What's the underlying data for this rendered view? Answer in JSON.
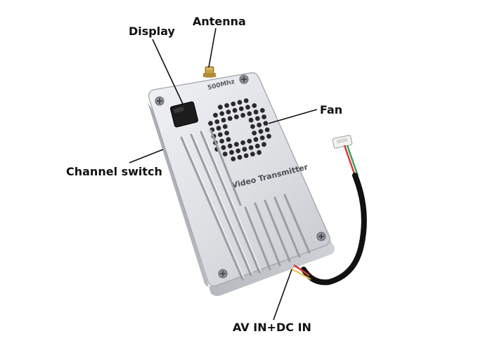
{
  "labels": {
    "display": "Display",
    "antenna": "Antenna",
    "fan": "Fan",
    "channel_switch": "Channel switch",
    "av_dc_in": "AV IN+DC IN"
  },
  "device": {
    "frequency_text": "500Mhz",
    "model_text": "Video Transmitter"
  },
  "colors": {
    "body_light": "#e6e7ea",
    "body_dark": "#b8bbc0",
    "display": "#1c1c1c",
    "vent_dots": "#2a2a2a",
    "antenna_gold": "#c9a24a",
    "cable_black": "#111111",
    "wire_red": "#d83a3a",
    "wire_green": "#3aa35a",
    "wire_yellow": "#e0c040"
  }
}
